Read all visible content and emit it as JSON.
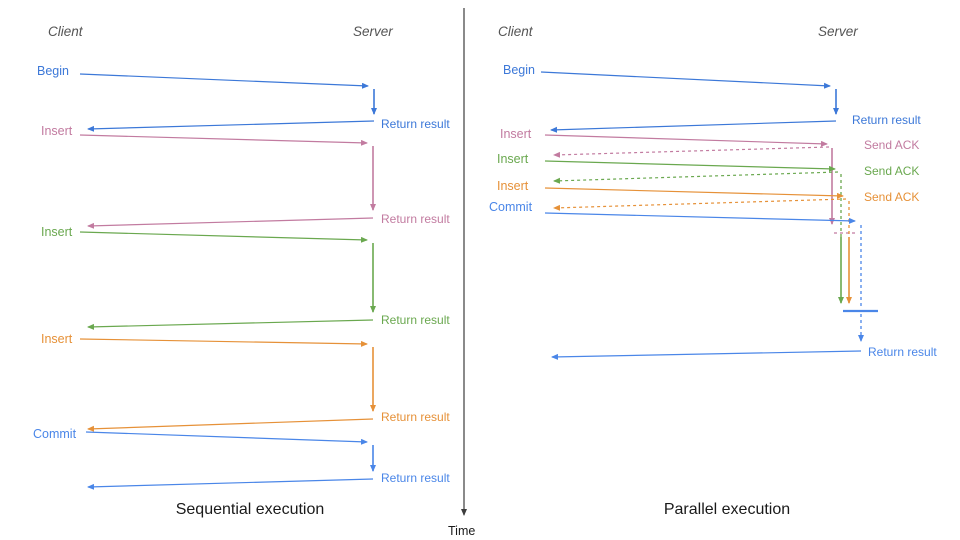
{
  "palette": {
    "blue": "#3c78d8",
    "blue_light": "#4a86e8",
    "pink": "#c27ba0",
    "green": "#6aa84f",
    "orange": "#e69138",
    "axis": "#3d3d3d"
  },
  "time_axis": {
    "label": "Time"
  },
  "sequential": {
    "title": "Sequential execution",
    "client_header": "Client",
    "server_header": "Server",
    "calls": [
      {
        "label": "Begin",
        "response": "Return result"
      },
      {
        "label": "Insert",
        "response": "Return result"
      },
      {
        "label": "Insert",
        "response": "Return result"
      },
      {
        "label": "Insert",
        "response": "Return result"
      },
      {
        "label": "Commit",
        "response": "Return result"
      }
    ]
  },
  "parallel": {
    "title": "Parallel execution",
    "client_header": "Client",
    "server_header": "Server",
    "calls": [
      {
        "label": "Begin",
        "response": "Return result"
      },
      {
        "label": "Insert",
        "response": "Send ACK"
      },
      {
        "label": "Insert",
        "response": "Send ACK"
      },
      {
        "label": "Insert",
        "response": "Send ACK"
      },
      {
        "label": "Commit",
        "response": "Return result"
      }
    ]
  }
}
